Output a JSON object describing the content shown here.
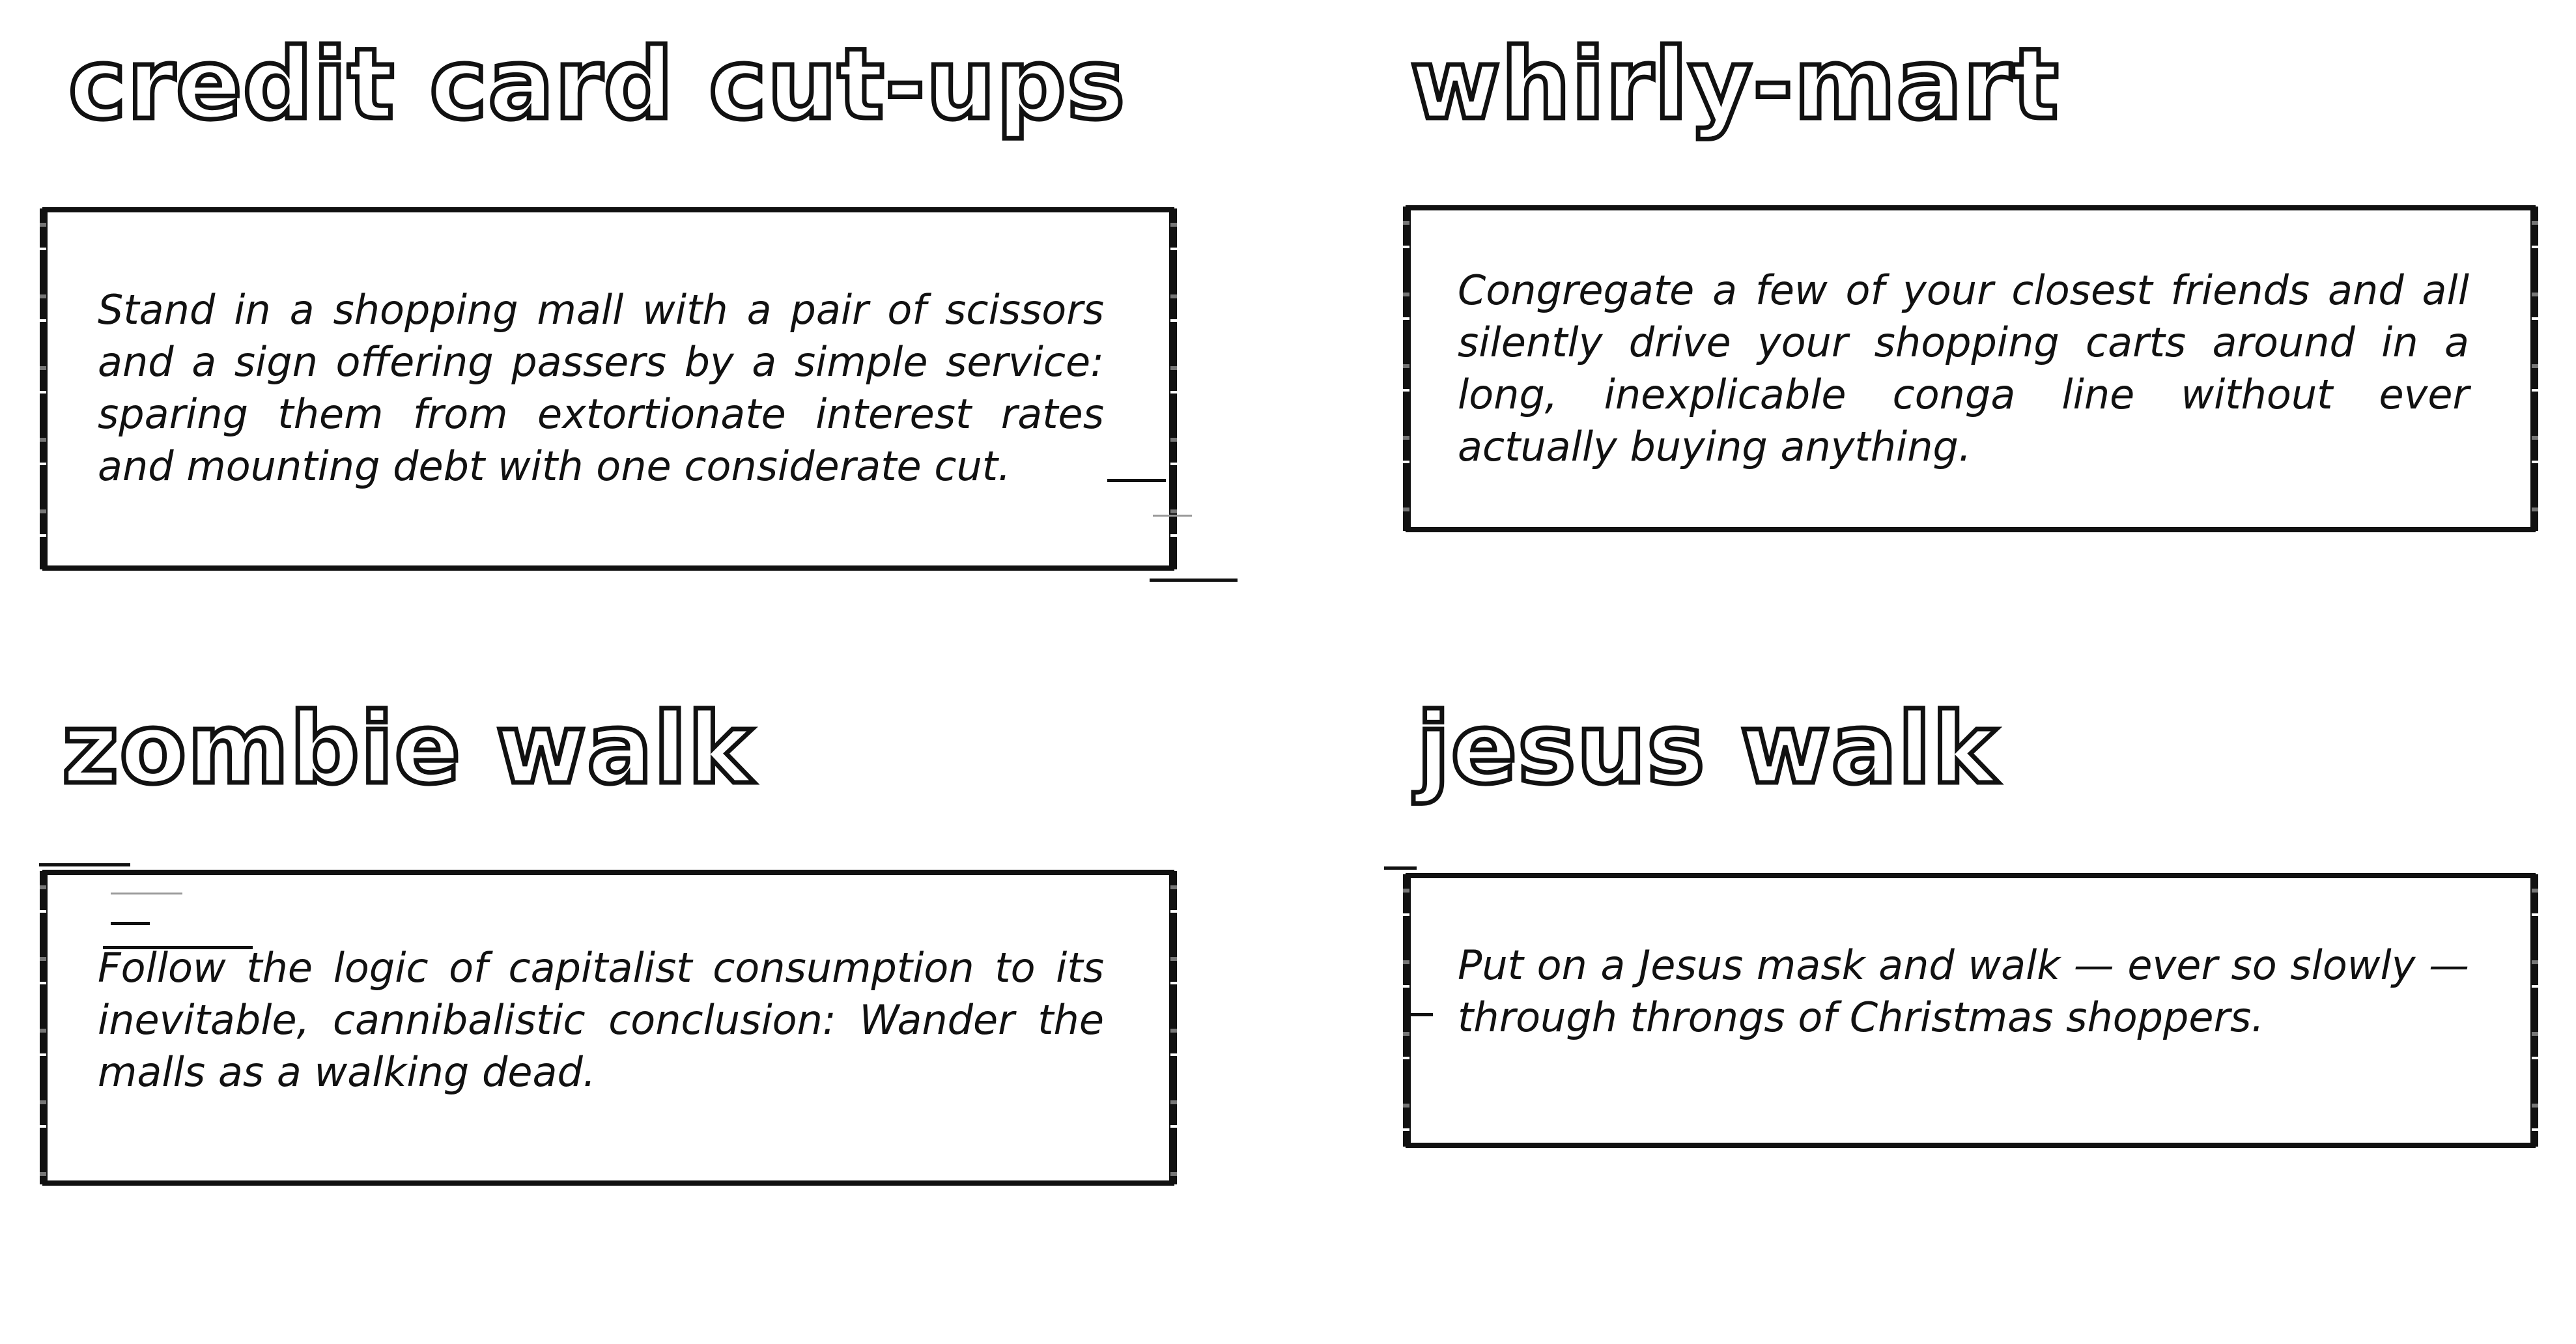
{
  "cards": [
    {
      "title": "credit card cut-ups",
      "text": "Stand in a shopping mall with a pair of scissors and a sign offering passers by a simple service: sparing them from extortionate interest rates and mounting debt with one considerate cut."
    },
    {
      "title": "whirly-mart",
      "text": "Congregate a few of your closest friends and all silently drive your shopping carts around in a long, inexplicable conga line without ever actually buying anything."
    },
    {
      "title": "zombie walk",
      "text": "Follow the logic of capitalist consumption to its inevitable, cannibalistic conclusion: Wander the malls as a walking dead."
    },
    {
      "title": "jesus walk",
      "text": "Put on a Jesus mask and walk — ever so slowly — through throngs of Christmas shoppers."
    }
  ]
}
